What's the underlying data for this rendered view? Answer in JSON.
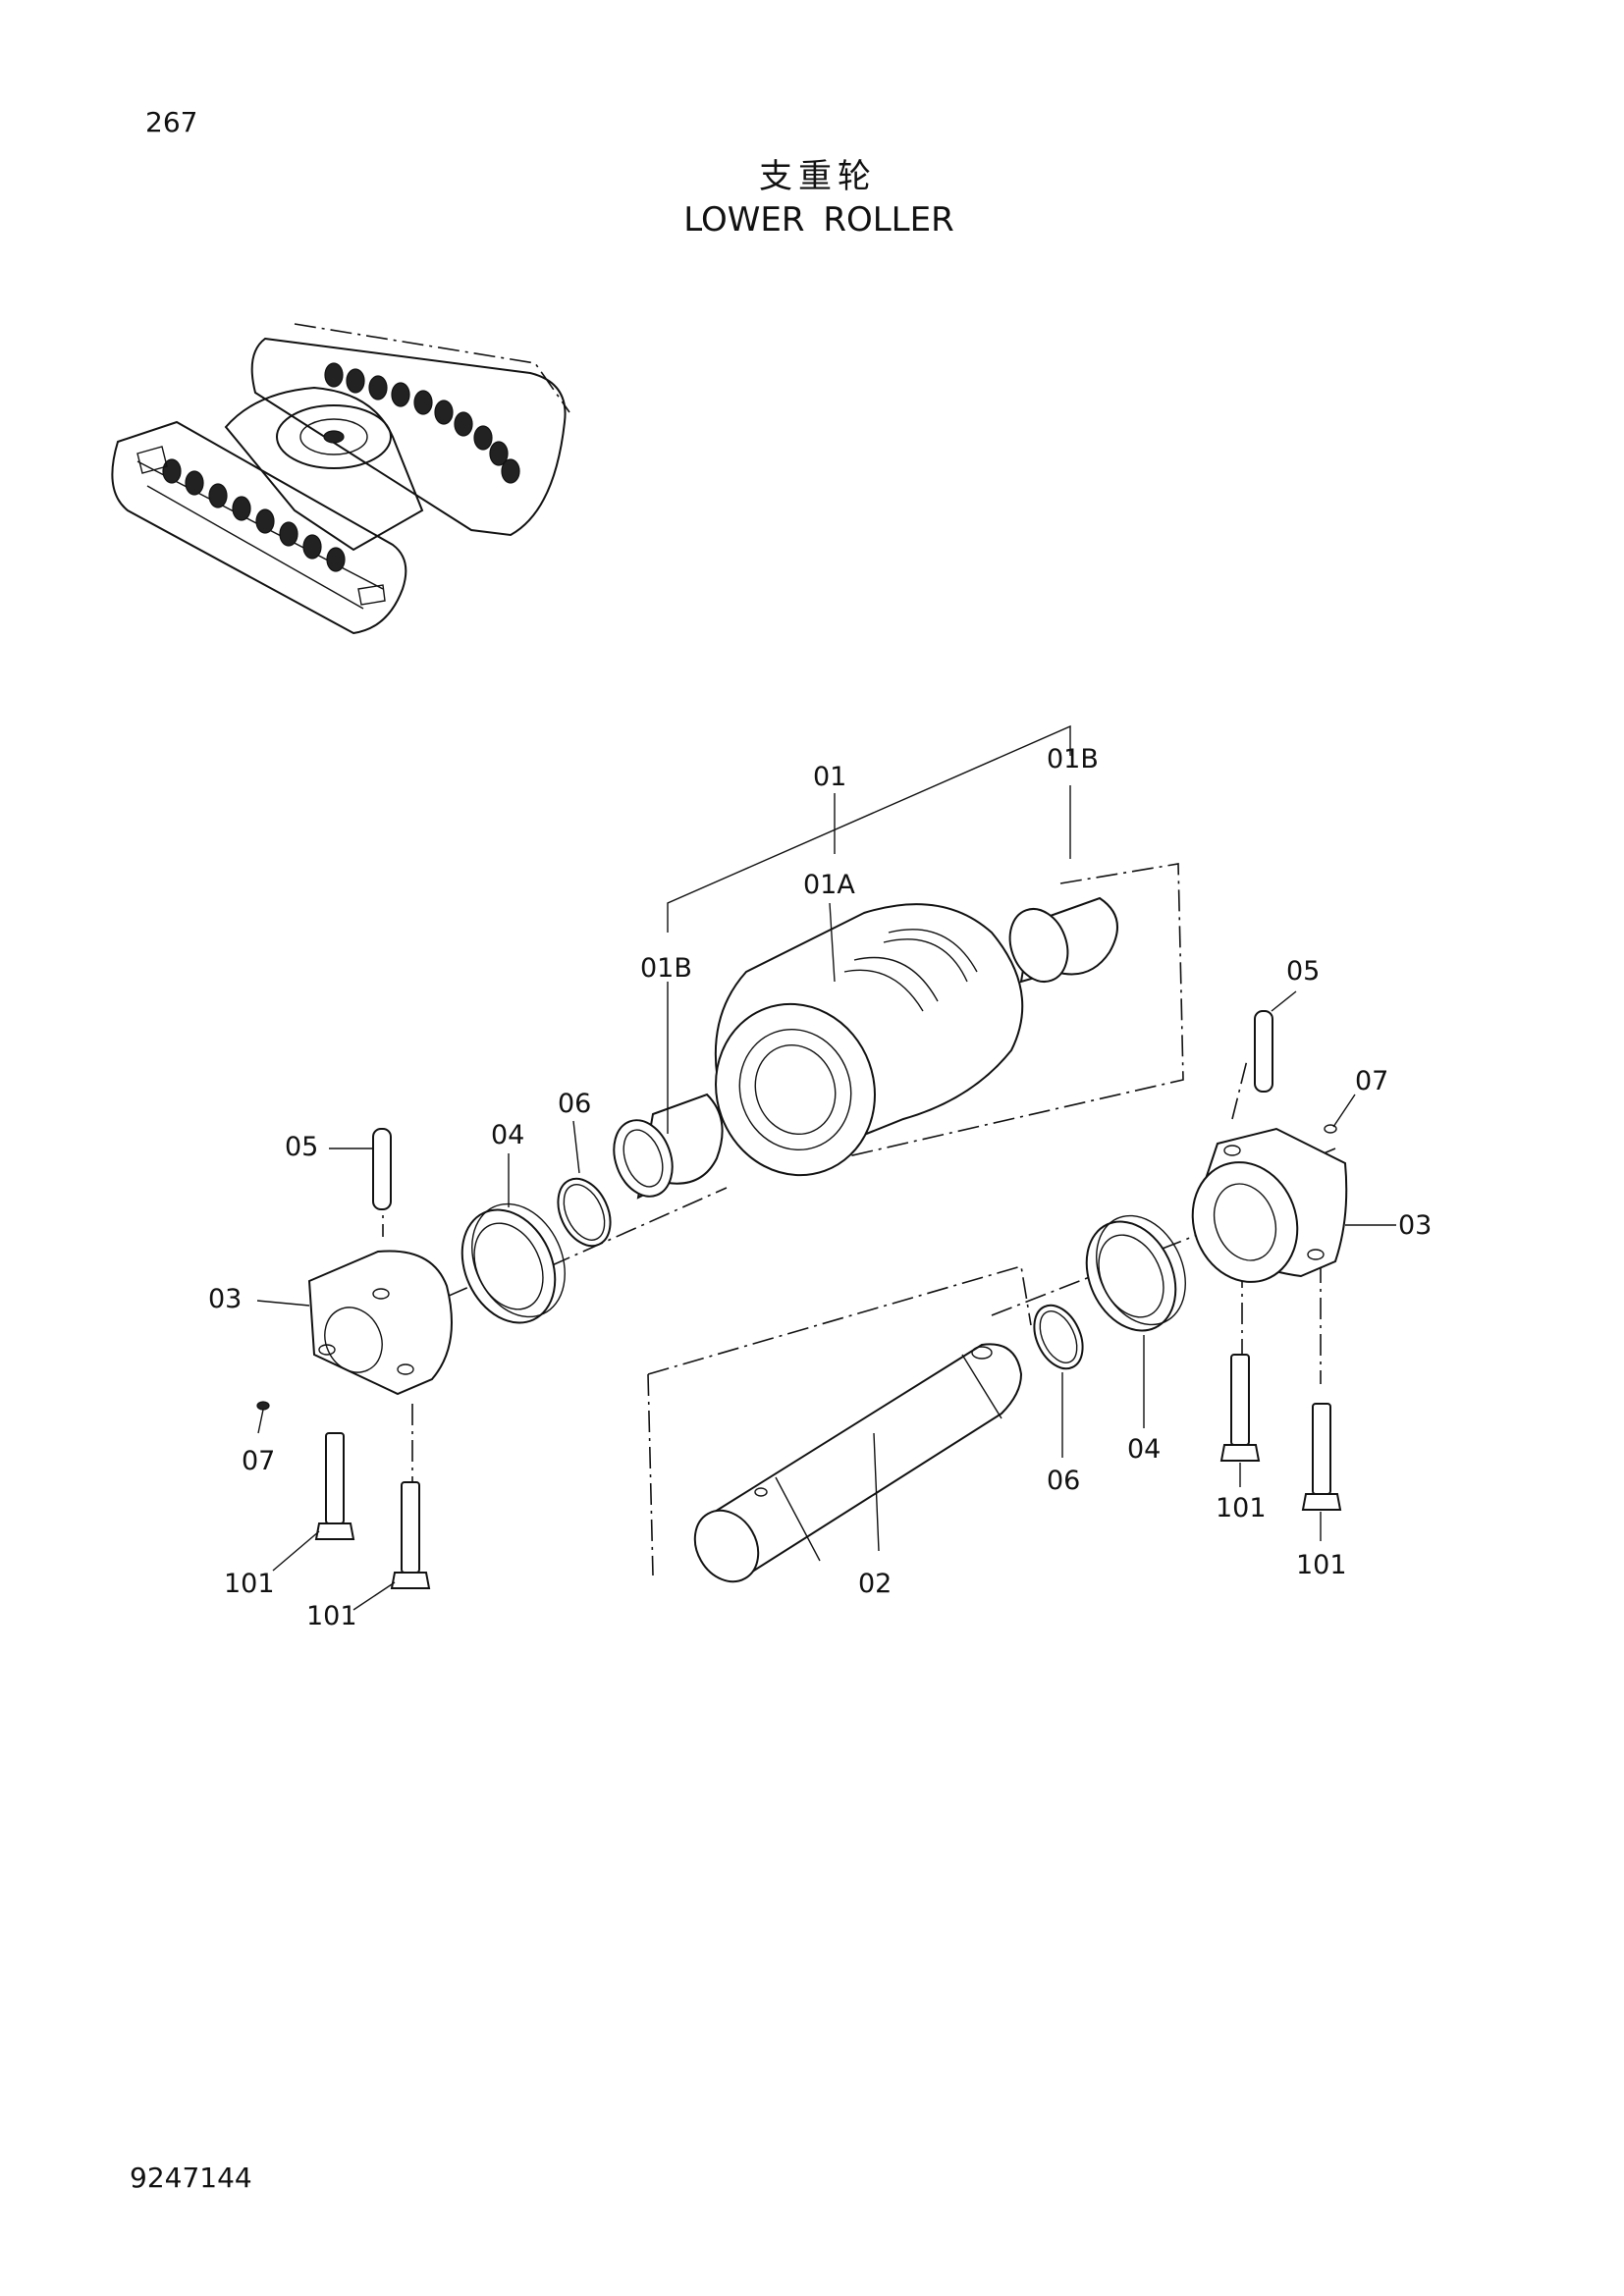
{
  "page_number": "267",
  "title_cn": "支重轮",
  "title_en": "LOWER ROLLER",
  "document_code": "9247144",
  "callouts": {
    "p01": "01",
    "p01a": "01A",
    "p01b_top": "01B",
    "p01b_left": "01B",
    "p02": "02",
    "p03_left": "03",
    "p03_right": "03",
    "p04_left": "04",
    "p04_right": "04",
    "p05_left": "05",
    "p05_right": "05",
    "p06_left": "06",
    "p06_right": "06",
    "p07_left": "07",
    "p07_right": "07",
    "p101_a": "101",
    "p101_b": "101",
    "p101_c": "101",
    "p101_d": "101"
  }
}
